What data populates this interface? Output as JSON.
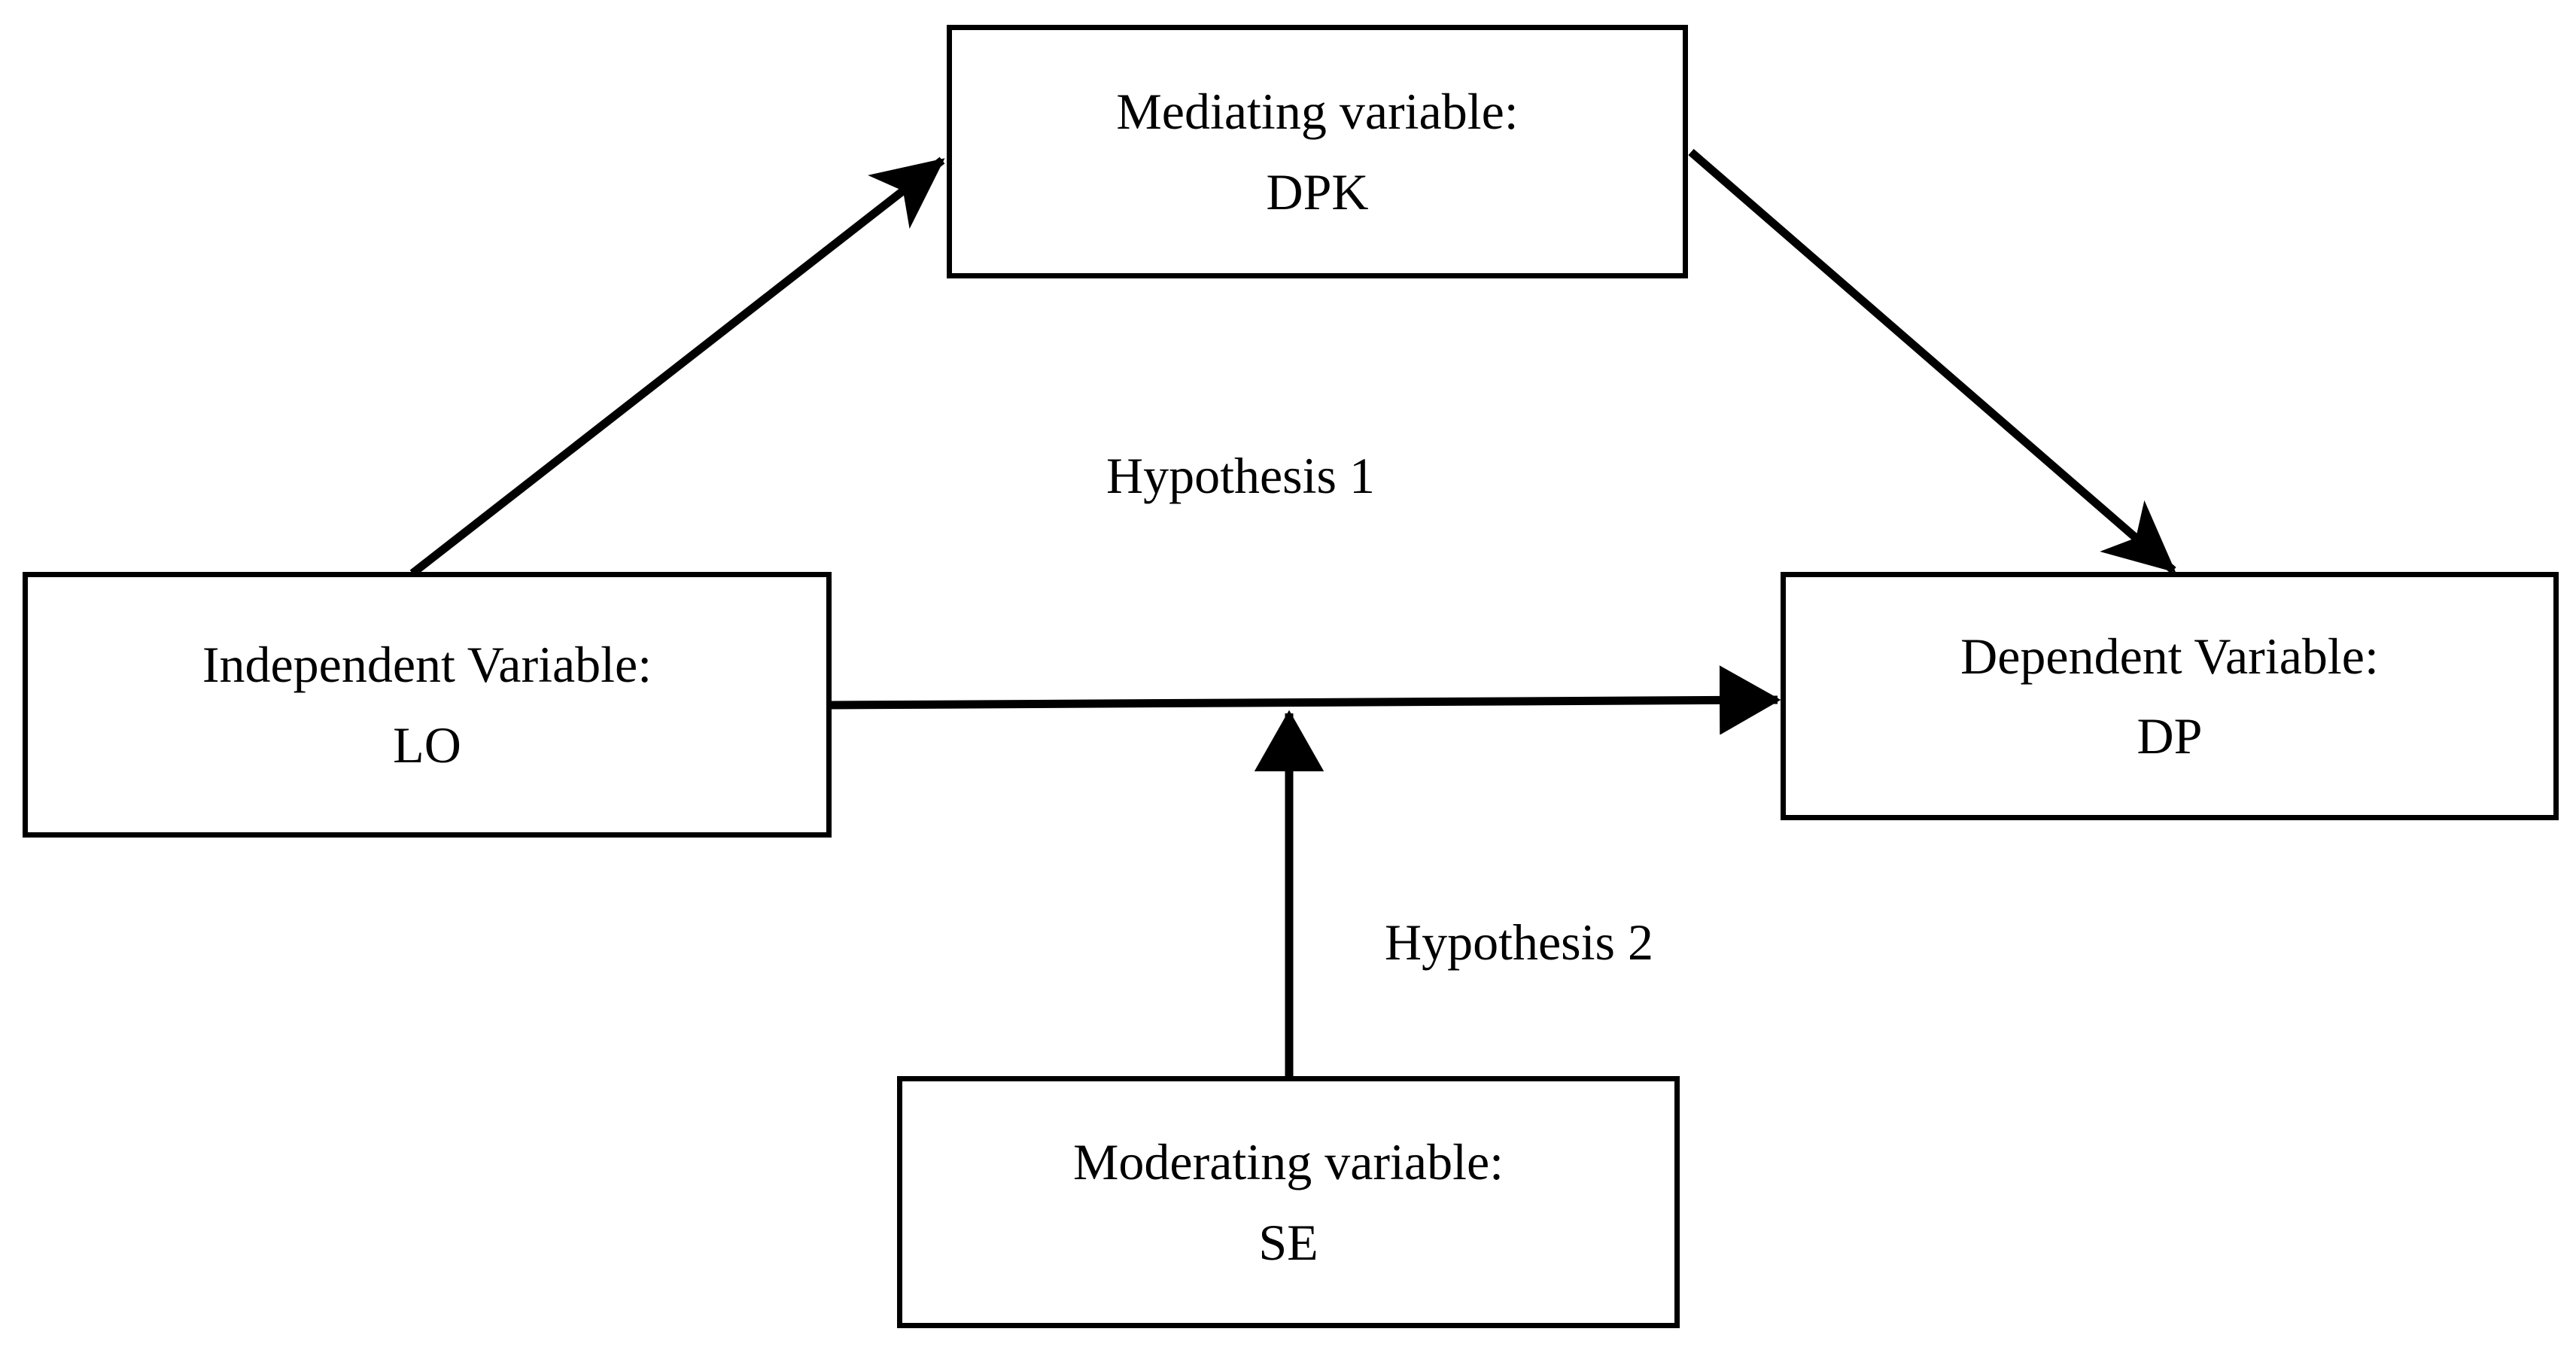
{
  "diagram": {
    "title": "Conceptual research model with mediating and moderating variables",
    "background_color": "#ffffff",
    "stroke_color": "#000000",
    "nodes": [
      {
        "id": "mediating",
        "role": "Mediating variable",
        "label_line1": "Mediating variable:",
        "label_line2": "DPK",
        "shape": "rectangle"
      },
      {
        "id": "independent",
        "role": "Independent Variable",
        "label_line1": "Independent Variable:",
        "label_line2": "LO",
        "shape": "rectangle"
      },
      {
        "id": "dependent",
        "role": "Dependent Variable",
        "label_line1": "Dependent Variable:",
        "label_line2": "DP",
        "shape": "rectangle"
      },
      {
        "id": "moderating",
        "role": "Moderating variable",
        "label_line1": "Moderating variable:",
        "label_line2": "SE",
        "shape": "rectangle"
      }
    ],
    "edges": [
      {
        "id": "lo-to-dpk",
        "from": "independent",
        "to": "mediating",
        "style": "solid-arrow"
      },
      {
        "id": "dpk-to-dp",
        "from": "mediating",
        "to": "dependent",
        "style": "solid-arrow"
      },
      {
        "id": "lo-to-dp",
        "from": "independent",
        "to": "dependent",
        "style": "solid-arrow"
      },
      {
        "id": "se-to-path",
        "from": "moderating",
        "to": "lo-to-dp",
        "style": "solid-arrow"
      }
    ],
    "annotations": {
      "hypothesis_1": "Hypothesis 1",
      "hypothesis_2": "Hypothesis 2"
    }
  }
}
